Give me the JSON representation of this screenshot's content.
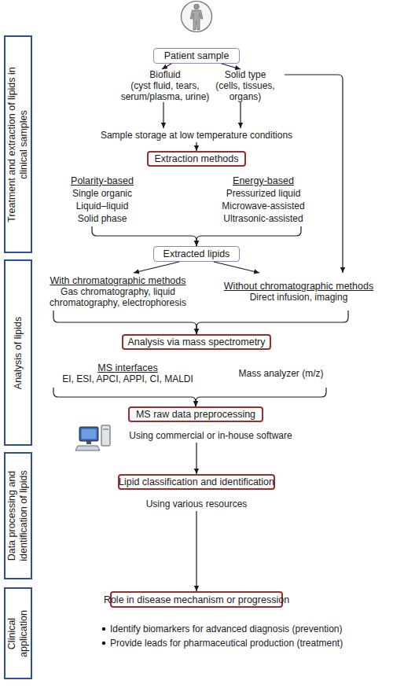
{
  "diagram": {
    "nodes": [
      {
        "text": [
          "Treatment and extraction of lipids in clinical samples"
        ]
      },
      {
        "text": [
          "Patient sample"
        ]
      },
      {
        "text": [
          "Biofluid",
          "(cyst fluid, tears, serum/plasma, urine)"
        ]
      },
      {
        "text": [
          "Solid type",
          "(cells, tissues, organs)"
        ]
      },
      {
        "text": [
          "Sample storage at low temperature conditions"
        ]
      },
      {
        "text": [
          "Extraction methods"
        ]
      },
      {
        "text": [
          "Polarity-based",
          "Single organic",
          "Liquid–liquid",
          "Solid phase"
        ]
      },
      {
        "text": [
          "Energy-based",
          "Pressurized liquid",
          "Microwave-assisted",
          "Ultrasonic-assisted"
        ]
      },
      {
        "text": [
          "Extracted lipids"
        ]
      },
      {
        "text": [
          "Analysis of lipids"
        ]
      },
      {
        "text": [
          "With chromatographic methods",
          "Gas chromatography, liquid chromatography, electrophoresis"
        ]
      },
      {
        "text": [
          "Without chromatographic methods",
          "Direct infusion, imaging"
        ]
      },
      {
        "text": [
          "Analysis via mass spectrometry"
        ]
      },
      {
        "text": [
          "MS interfaces",
          "EI, ESI, APCI, APPI, CI, MALDI"
        ]
      },
      {
        "text": [
          "Mass analyzer (m/z)"
        ]
      },
      {
        "text": [
          "Data processing and identification of lipids"
        ]
      },
      {
        "text": [
          "MS raw data preprocessing"
        ]
      },
      {
        "text": [
          "Using commercial or in-house software"
        ]
      },
      {
        "text": [
          "Lipid classification and identification"
        ]
      },
      {
        "text": [
          "Using various resources"
        ]
      },
      {
        "text": [
          "Clinical application"
        ]
      },
      {
        "text": [
          "Role in disease mechanism or progression"
        ]
      }
    ],
    "edges": [
      {
        "from": 1,
        "to": 2,
        "arrow": "to"
      },
      {
        "from": 1,
        "to": 3,
        "arrow": "to"
      },
      {
        "from": 2,
        "to": 4,
        "arrow": "to"
      },
      {
        "from": 3,
        "to": 4,
        "arrow": "to"
      },
      {
        "from": 3,
        "to": 11,
        "arrow": "to"
      },
      {
        "from": 4,
        "to": 5,
        "arrow": "to"
      },
      {
        "from": 6,
        "to": 8,
        "arrow": "to"
      },
      {
        "from": 7,
        "to": 8,
        "arrow": "to"
      },
      {
        "from": 8,
        "to": 10,
        "arrow": "to"
      },
      {
        "from": 8,
        "to": 11,
        "arrow": "to"
      },
      {
        "from": 10,
        "to": 12,
        "arrow": "to"
      },
      {
        "from": 11,
        "to": 12,
        "arrow": "to"
      },
      {
        "from": 13,
        "to": 16,
        "arrow": "to"
      },
      {
        "from": 14,
        "to": 16,
        "arrow": "to"
      },
      {
        "from": 17,
        "to": 18,
        "arrow": "to"
      },
      {
        "from": 19,
        "to": 21,
        "arrow": "to"
      }
    ],
    "labels": [
      "Identify biomarkers for advanced diagnosis (prevention)",
      "Provide leads for pharmaceutical production (treatment)"
    ]
  }
}
